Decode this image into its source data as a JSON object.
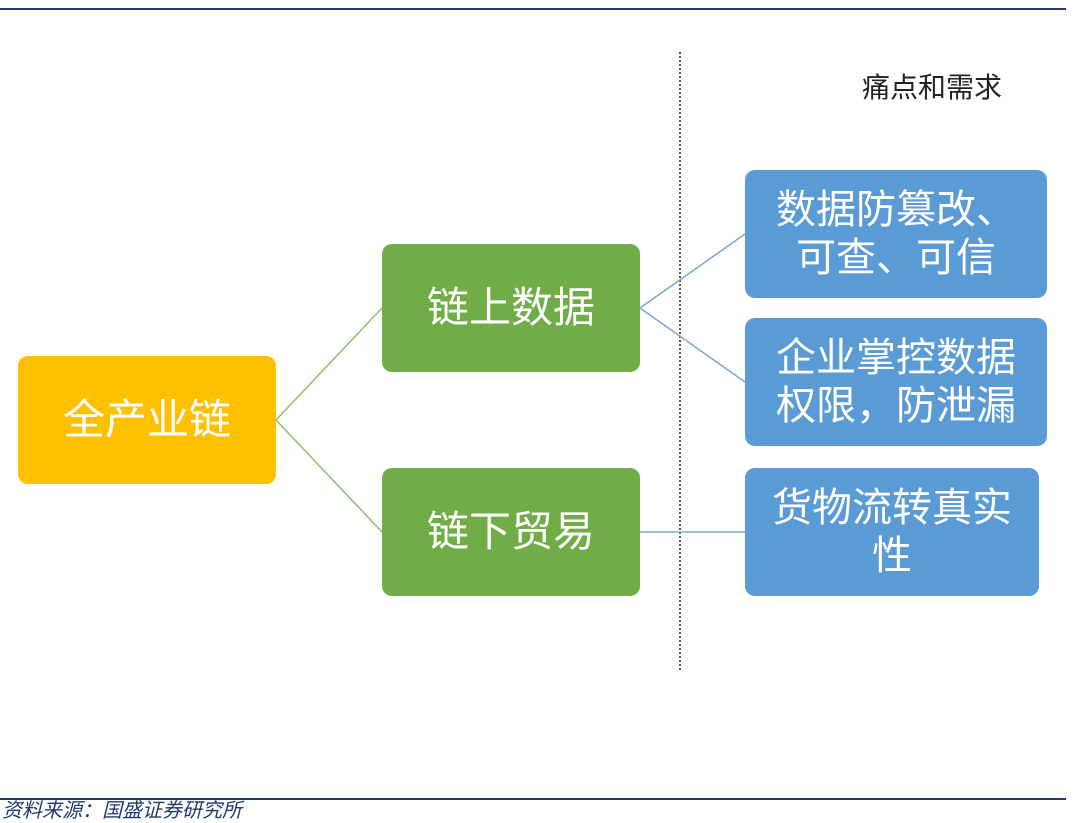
{
  "heading": "痛点和需求",
  "root": {
    "label": "全产业链"
  },
  "branches": [
    {
      "label": "链上数据"
    },
    {
      "label": "链下贸易"
    }
  ],
  "needs": [
    {
      "label": "数据防篡改、可查、可信"
    },
    {
      "label": "企业掌控数据权限，防泄漏"
    },
    {
      "label": "货物流转真实性"
    }
  ],
  "source_note": "资料来源：国盛证券研究所",
  "colors": {
    "root": "#ffc000",
    "branch": "#70ad47",
    "need": "#5b9bd5",
    "rule": "#1f3a6b"
  }
}
